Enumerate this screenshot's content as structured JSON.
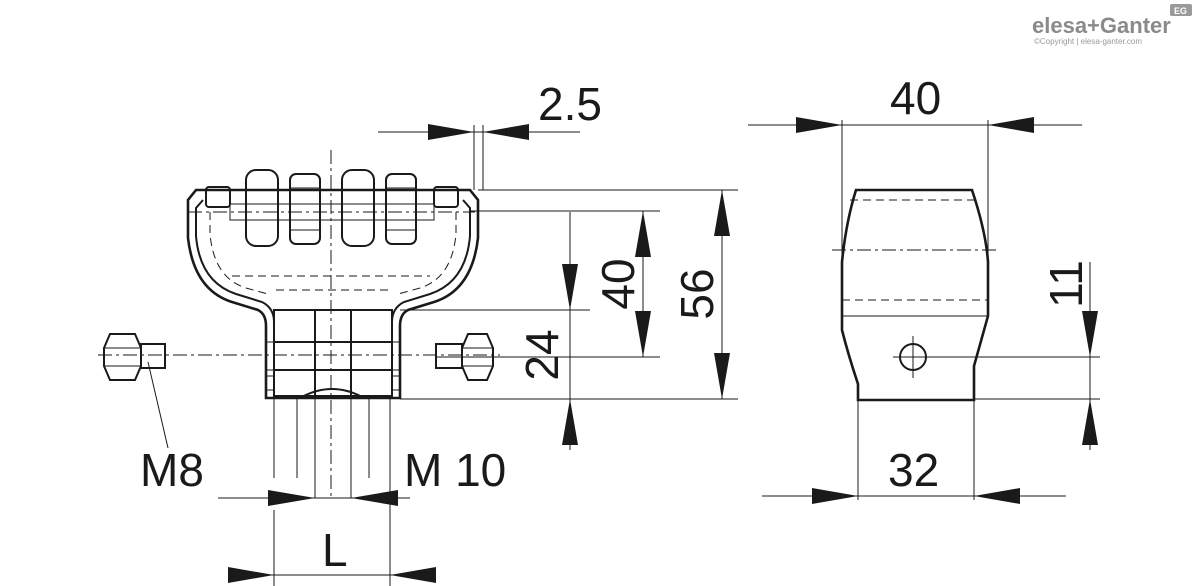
{
  "brand": {
    "name": "elesa+Ganter",
    "badge": "EG",
    "copyright": "©Copyright | elesa-ganter.com"
  },
  "dimensions": {
    "top_offset": "2.5",
    "width_top": "40",
    "inner_height": "40",
    "total_height": "56",
    "base_height": "24",
    "hole_height": "11",
    "base_width": "32",
    "thread_small": "M8",
    "thread_large": "M 10",
    "length": "L"
  }
}
